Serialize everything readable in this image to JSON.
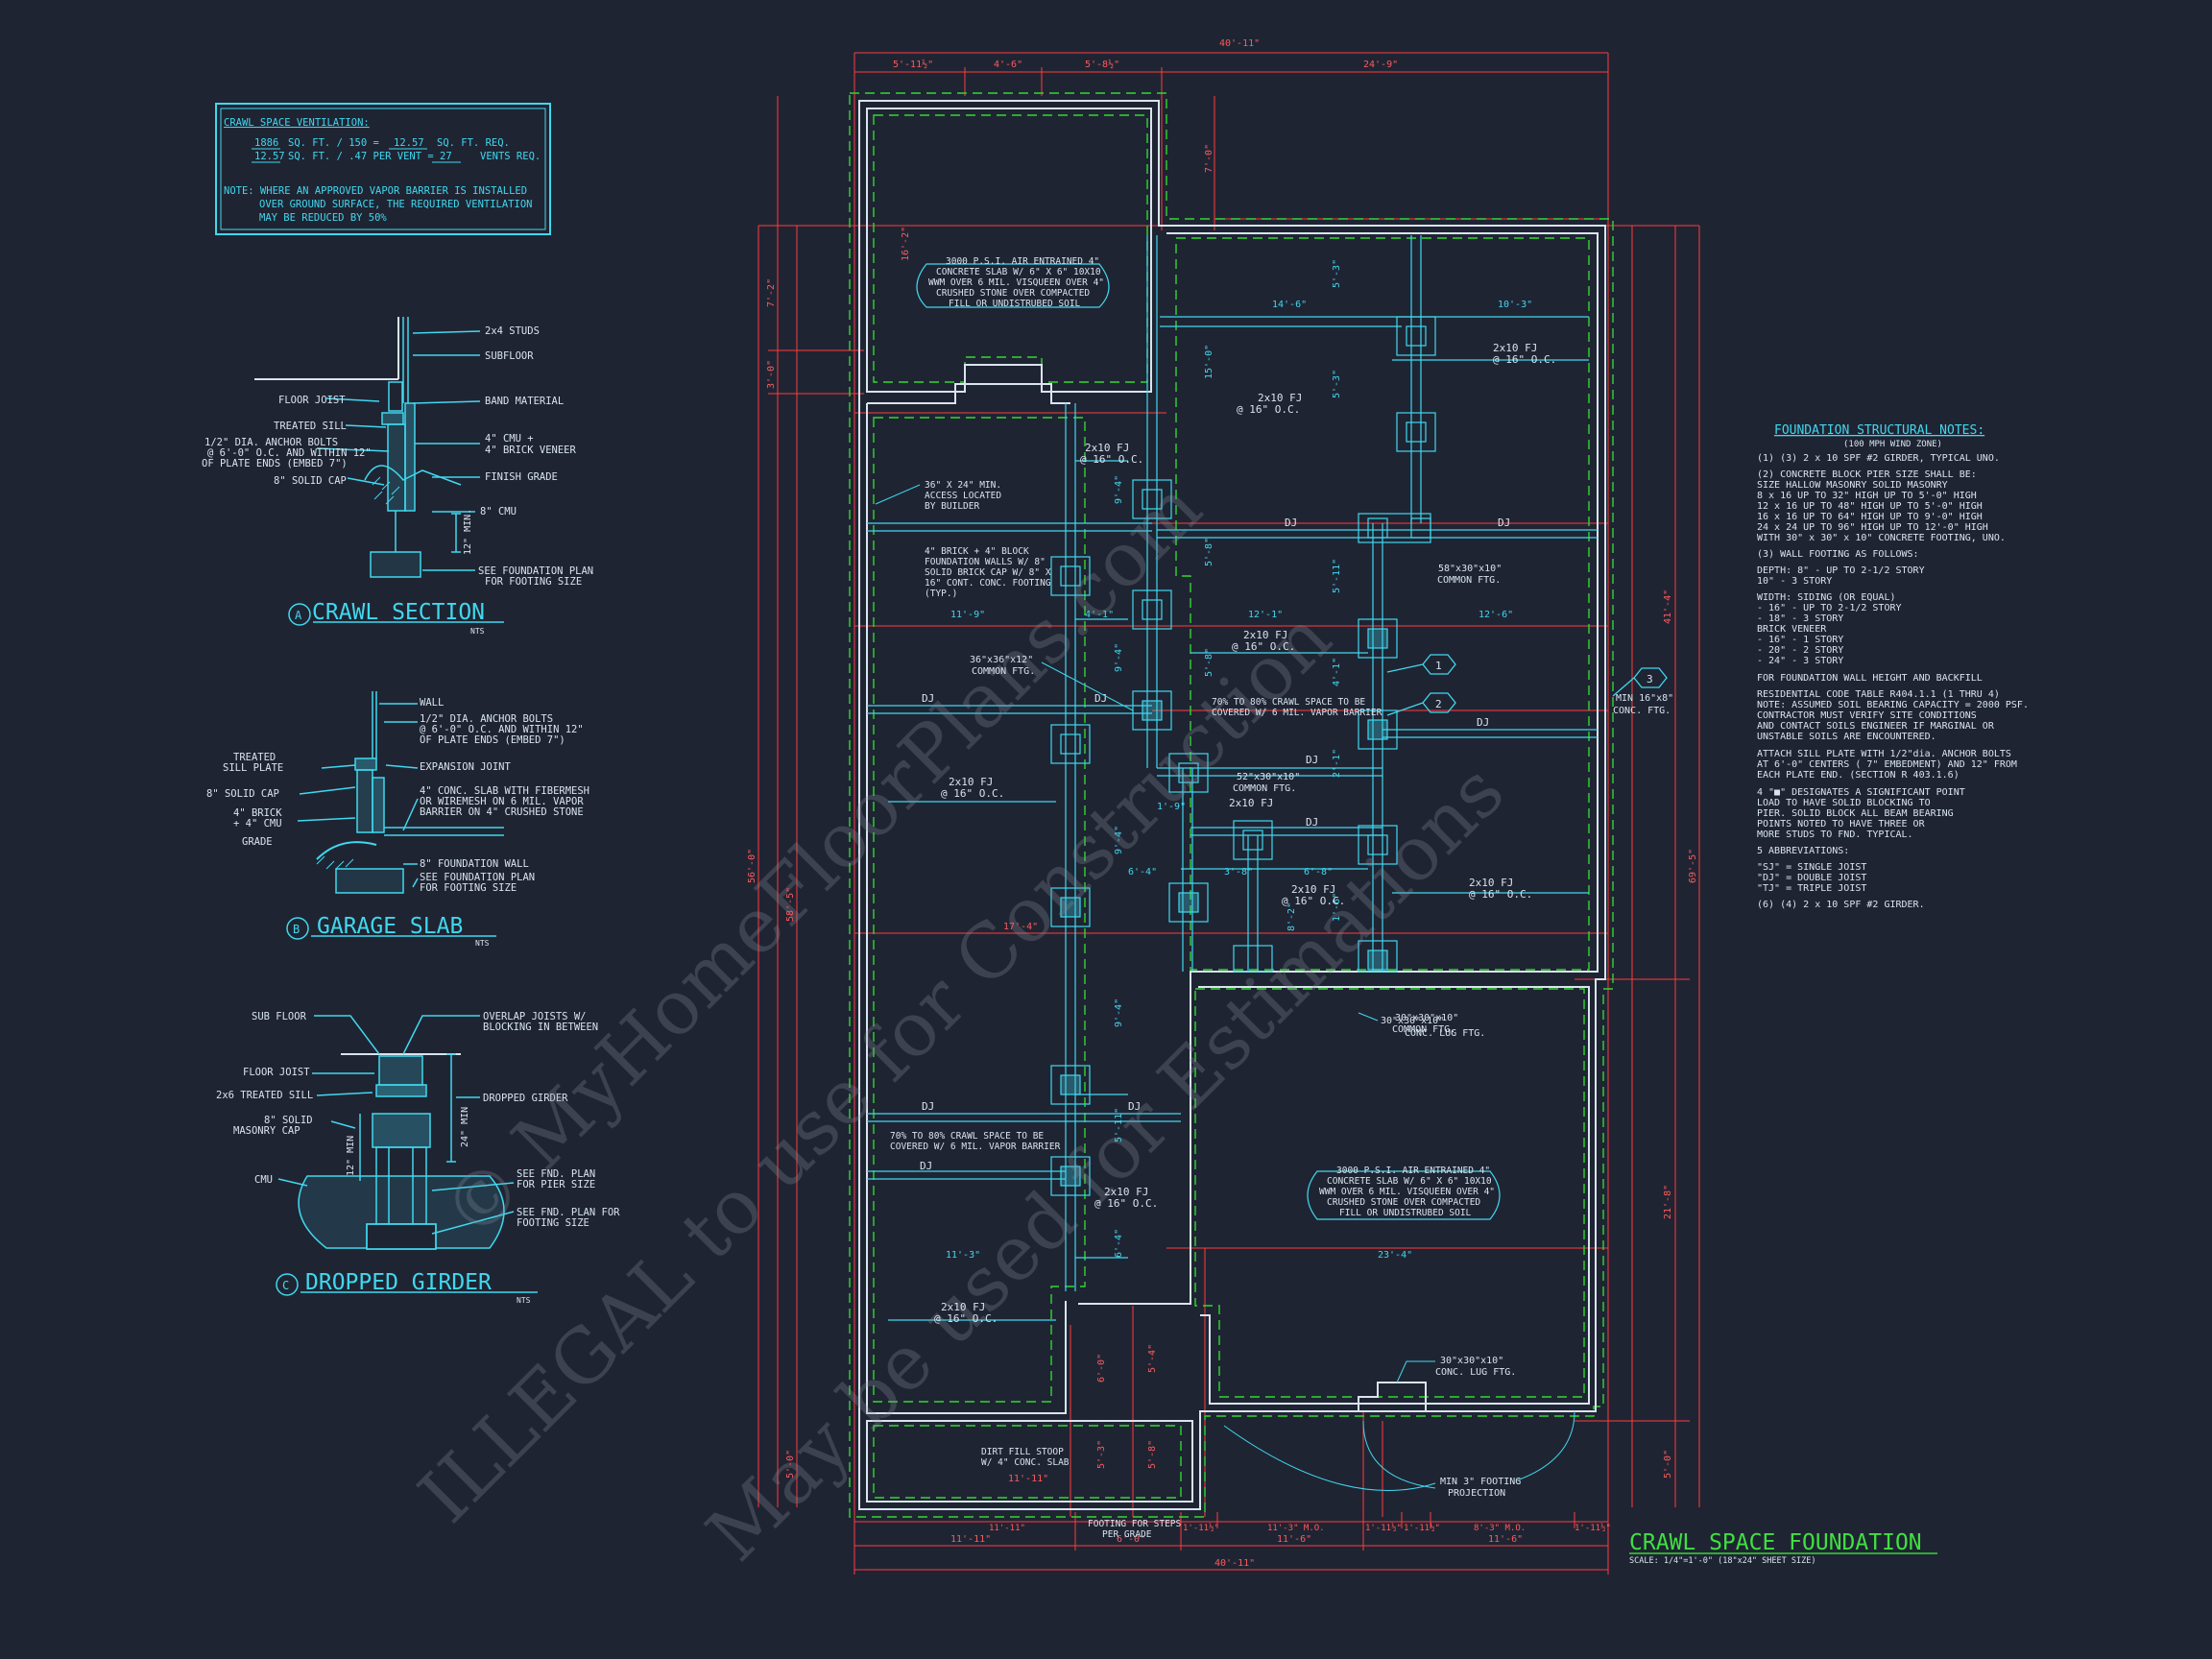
{
  "colors": {
    "background": "#1f2433",
    "cyan": "#40d8ee",
    "red": "#ff3b3b",
    "green": "#33d633",
    "white": "#d8e4ee"
  },
  "watermark": {
    "line1": "© MyHomeFloorPlans.com",
    "line2": "ILLEGAL to use for Construction",
    "line3": "May be used for Estimations"
  },
  "ventilation": {
    "title": "CRAWL SPACE VENTILATION:",
    "row1_a": "1886",
    "row1_b": "SQ. FT. / 150 =",
    "row1_c": "12.57",
    "row1_d": "SQ. FT. REQ.",
    "row2_a": "12.57",
    "row2_b": "SQ. FT. / .47 PER VENT =",
    "row2_c": "27",
    "row2_d": "VENTS REQ.",
    "note1": "NOTE:  WHERE AN APPROVED VAPOR BARRIER IS INSTALLED",
    "note2": "OVER GROUND SURFACE, THE REQUIRED VENTILATION",
    "note3": "MAY BE REDUCED BY 50%"
  },
  "detailA": {
    "letter": "A",
    "title": "CRAWL SECTION",
    "scale": "NTS",
    "labels": [
      "2x4 STUDS",
      "SUBFLOOR",
      "FLOOR JOIST",
      "BAND MATERIAL",
      "TREATED SILL",
      "1/2\" DIA. ANCHOR BOLTS",
      "@ 6'-0\" O.C. AND WITHIN 12\"",
      "OF PLATE ENDS (EMBED 7\")",
      "4\" CMU +",
      "4\" BRICK VENEER",
      "8\" SOLID CAP",
      "FINISH GRADE",
      "8\" CMU",
      "12\" MIN.",
      "SEE FOUNDATION PLAN",
      "FOR FOOTING SIZE"
    ]
  },
  "detailB": {
    "letter": "B",
    "title": "GARAGE SLAB",
    "scale": "NTS",
    "labels": [
      "WALL",
      "1/2\" DIA. ANCHOR BOLTS",
      "@ 6'-0\" O.C. AND WITHIN 12\"",
      "OF PLATE ENDS (EMBED 7\")",
      "TREATED",
      "SILL PLATE",
      "EXPANSION JOINT",
      "8\" SOLID CAP",
      "4\" CONC. SLAB WITH FIBERMESH",
      "OR WIREMESH ON 6 MIL. VAPOR",
      "BARRIER ON 4\" CRUSHED STONE",
      "4\" BRICK",
      "+ 4\" CMU",
      "GRADE",
      "8\" FOUNDATION WALL",
      "SEE FOUNDATION PLAN",
      "FOR FOOTING SIZE"
    ]
  },
  "detailC": {
    "letter": "C",
    "title": "DROPPED GIRDER",
    "scale": "NTS",
    "labels": [
      "SUB FLOOR",
      "OVERLAP JOISTS W/",
      "BLOCKING IN BETWEEN",
      "FLOOR JOIST",
      "2x6 TREATED SILL",
      "DROPPED GIRDER",
      "8\" SOLID",
      "MASONRY CAP",
      "24\" MIN",
      "12\" MIN",
      "CMU",
      "SEE FND. PLAN",
      "FOR PIER SIZE",
      "SEE FND. PLAN FOR",
      "FOOTING SIZE"
    ]
  },
  "plan": {
    "title": "CRAWL SPACE FOUNDATION",
    "scale": "SCALE: 1/4\"=1'-0\" (18\"x24\" SHEET SIZE)",
    "top_dims": [
      "5'-11½\"",
      "4'-6\"",
      "5'-8½\"",
      "24'-9\""
    ],
    "overall_width": "40'-11\"",
    "bottom_dims": [
      "11'-11\"",
      "6'-0\"",
      "1'-11½\"",
      "11'-3\" M.O.",
      "1'-11½\"",
      "1'-11½\"",
      "8'-3\" M.O.",
      "1'-11½\""
    ],
    "bottom_dims2": [
      "11'-11\"",
      "6'-0\"",
      "11'-6\"",
      "11'-6\""
    ],
    "overall_width_bottom": "40'-11\"",
    "left_dims": [
      "16'-2\"",
      "7'-2\"",
      "3'-0\"",
      "56'-0\"",
      "58'-5\"",
      "5'-0\""
    ],
    "right_dims": [
      "41'-4\"",
      "21'-8\"",
      "5'-0\"",
      "69'-5\""
    ],
    "interior_dims": [
      "7'-0\"",
      "15'-0\"",
      "5'-3\"",
      "5'-3\"",
      "5'-8\"",
      "5'-11\"",
      "5'-8\"",
      "9'-4\"",
      "9'-4\"",
      "9'-4\"",
      "9'-4\"",
      "5'-11\"",
      "6'-4\"",
      "4'-1\"",
      "2'-1\"",
      "8'-2\"",
      "1'-6\"",
      "6'-0\"",
      "5'-4\"",
      "5'-3\"",
      "5'-8\"",
      "14'-6\"",
      "10'-3\"",
      "11'-9\"",
      "4'-1\"",
      "12'-1\"",
      "12'-6\"",
      "1'-9\"",
      "6'-4\"",
      "3'-8\"",
      "6'-8\"",
      "17'-4\"",
      "11'-3\"",
      "23'-4\"",
      "11'-11\""
    ],
    "notes": {
      "slab_top": [
        "3000 P.S.I. AIR ENTRAINED 4\"",
        "CONCRETE SLAB W/ 6\" X 6\" 10X10",
        "WWM OVER 6 MIL. VISQUEEN OVER 4\"",
        "CRUSHED STONE OVER COMPACTED",
        "FILL OR UNDISTRUBED SOIL"
      ],
      "slab_garage": [
        "3000 P.S.I. AIR ENTRAINED 4\"",
        "CONCRETE SLAB W/ 6\" X 6\" 10X10",
        "WWM OVER 6 MIL. VISQUEEN OVER 4\"",
        "CRUSHED STONE OVER COMPACTED",
        "FILL OR UNDISTRUBED SOIL"
      ],
      "access": [
        "36\" X 24\" MIN.",
        "ACCESS LOCATED",
        "BY BUILDER"
      ],
      "brick": [
        "4\" BRICK + 4\" BLOCK",
        "FOUNDATION WALLS W/ 8\"",
        "SOLID BRICK CAP W/ 8\" X",
        "16\" CONT. CONC. FOOTING",
        "(TYP.)"
      ],
      "vapor1": [
        "70% TO 80% CRAWL SPACE TO BE",
        "COVERED W/ 6 MIL. VAPOR BARRIER"
      ],
      "vapor2": [
        "70% TO 80% CRAWL SPACE TO BE",
        "COVERED W/ 6 MIL. VAPOR BARRIER"
      ],
      "stoop": [
        "DIRT FILL STOOP",
        "W/ 4\" CONC. SLAB"
      ],
      "steps": [
        "FOOTING FOR STEPS",
        "PER GRADE"
      ],
      "lug1": [
        "30\"x30\"x10\"",
        "CONC. LUG FTG."
      ],
      "lug2": [
        "30\"x30\"x10\"",
        "CONC. LUG FTG."
      ],
      "proj": [
        "MIN 3\" FOOTING",
        "PROJECTION"
      ],
      "ftg58": [
        "58\"x30\"x10\"",
        "COMMON FTG."
      ],
      "ftg36": [
        "36\"x36\"x12\"",
        "COMMON FTG."
      ],
      "ftg52": [
        "52\"x30\"x10\"",
        "COMMON FTG."
      ],
      "ftg30": [
        "30\"x30\"x10\"",
        "COMMON FTG."
      ],
      "min16": [
        "MIN 16\"x8\"",
        "CONC. FTG."
      ]
    },
    "fj_label": "2x10 FJ",
    "oc_label": "@ 16\" O.C.",
    "dj_label": "DJ",
    "tags": [
      "1",
      "2",
      "3"
    ]
  },
  "structural_notes": {
    "title": "FOUNDATION STRUCTURAL NOTES:",
    "subtitle": "(100 MPH WIND ZONE)",
    "lines": [
      "(1) (3) 2 x 10 SPF #2 GIRDER, TYPICAL UNO.",
      "(2) CONCRETE BLOCK PIER SIZE SHALL BE:",
      "    SIZE       HALLOW MASONRY     SOLID MASONRY",
      "    8 x 16     UP TO 32\" HIGH      UP TO 5'-0\" HIGH",
      "    12 x 16    UP TO 48\" HIGH      UP TO 5'-0\" HIGH",
      "    16 x 16    UP TO 64\" HIGH      UP TO 9'-0\" HIGH",
      "    24 x 24    UP TO 96\" HIGH      UP TO 12'-0\" HIGH",
      "    WITH 30\" x 30\" x 10\" CONCRETE FOOTING, UNO.",
      "(3) WALL FOOTING AS FOLLOWS:",
      "    DEPTH:  8\"  - UP TO 2-1/2 STORY",
      "            10\" - 3 STORY",
      "    WIDTH:  SIDING (OR EQUAL)",
      "              - 16\" - UP TO 2-1/2 STORY",
      "              - 18\" - 3 STORY",
      "            BRICK VENEER",
      "              - 16\" - 1 STORY",
      "              - 20\" - 2 STORY",
      "              - 24\" - 3 STORY",
      "FOR FOUNDATION WALL HEIGHT AND BACKFILL",
      "RESIDENTIAL CODE TABLE R404.1.1 (1 THRU 4)",
      "NOTE: ASSUMED SOIL BEARING CAPACITY = 2000 PSF.",
      "CONTRACTOR MUST VERIFY SITE CONDITIONS",
      "AND CONTACT SOILS ENGINEER IF MARGINAL OR",
      "UNSTABLE SOILS ARE ENCOUNTERED.",
      "ATTACH SILL PLATE WITH 1/2\"dia. ANCHOR BOLTS",
      "AT 6'-0\" CENTERS ( 7\" EMBEDMENT) AND 12\" FROM",
      "EACH PLATE END. (SECTION R 403.1.6)",
      "4  \"■\" DESIGNATES A SIGNIFICANT POINT",
      "   LOAD TO HAVE SOLID BLOCKING TO",
      "   PIER. SOLID BLOCK ALL BEAM BEARING",
      "   POINTS NOTED TO HAVE THREE OR",
      "   MORE STUDS TO FND. TYPICAL.",
      "5  ABBREVIATIONS:",
      "   \"SJ\" = SINGLE JOIST",
      "   \"DJ\" = DOUBLE JOIST",
      "   \"TJ\" = TRIPLE JOIST",
      "(6) (4) 2 x 10 SPF #2 GIRDER."
    ]
  }
}
